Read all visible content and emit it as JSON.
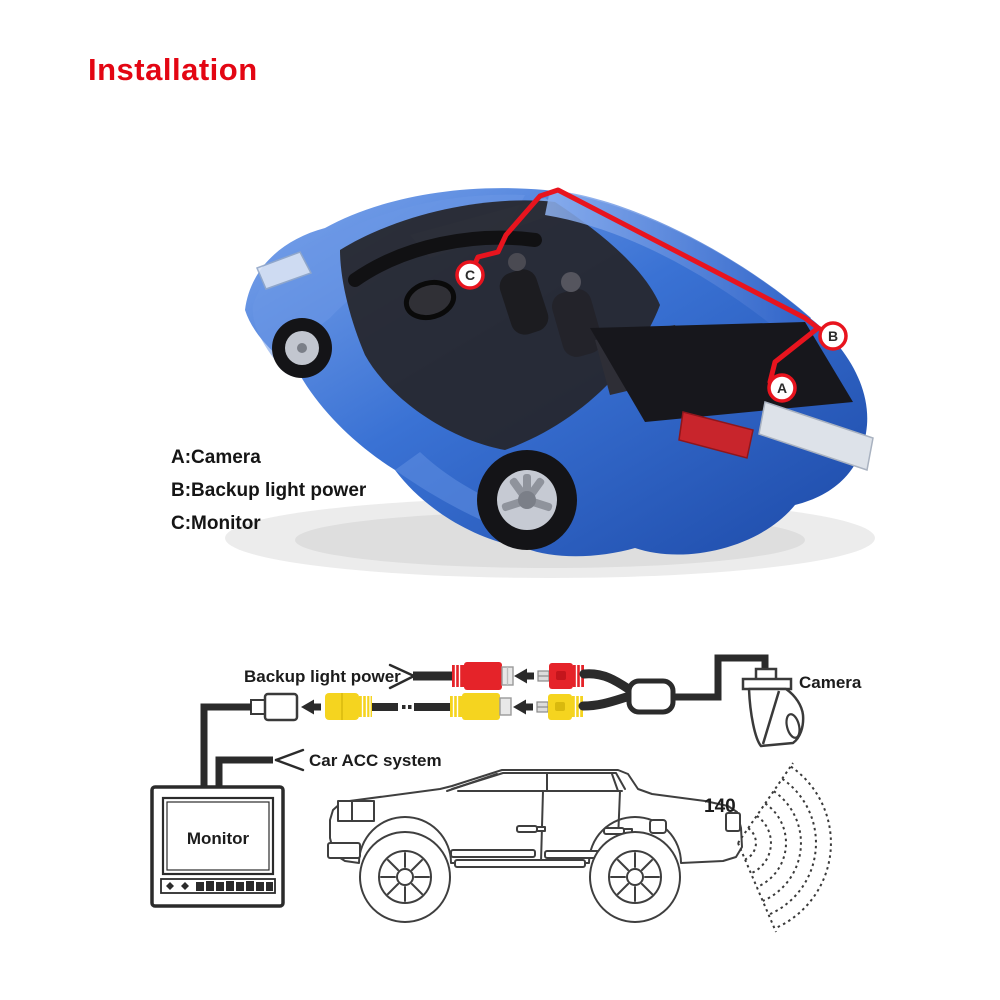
{
  "title": "Installation",
  "legend": {
    "items": [
      {
        "label": "A:Camera"
      },
      {
        "label": "B:Backup light power"
      },
      {
        "label": "C:Monitor"
      }
    ]
  },
  "car_markers": {
    "a": "A",
    "b": "B",
    "c": "C"
  },
  "wiring": {
    "backup_light_power": "Backup light power",
    "car_acc_system": "Car ACC system",
    "camera": "Camera",
    "monitor": "Monitor",
    "view_angle": "140"
  },
  "colors": {
    "title_red": "#e30613",
    "route_red": "#e8141e",
    "rca_red": "#e52329",
    "rca_yellow": "#f5d41f",
    "car_blue": "#3a72d4",
    "diagram_line": "#2b2b2b"
  },
  "icons": {
    "camera": "camera-icon",
    "monitor": "monitor-icon",
    "left_arrow": "arrow-left-icon",
    "radar_fan": "radar-fan-icon"
  }
}
